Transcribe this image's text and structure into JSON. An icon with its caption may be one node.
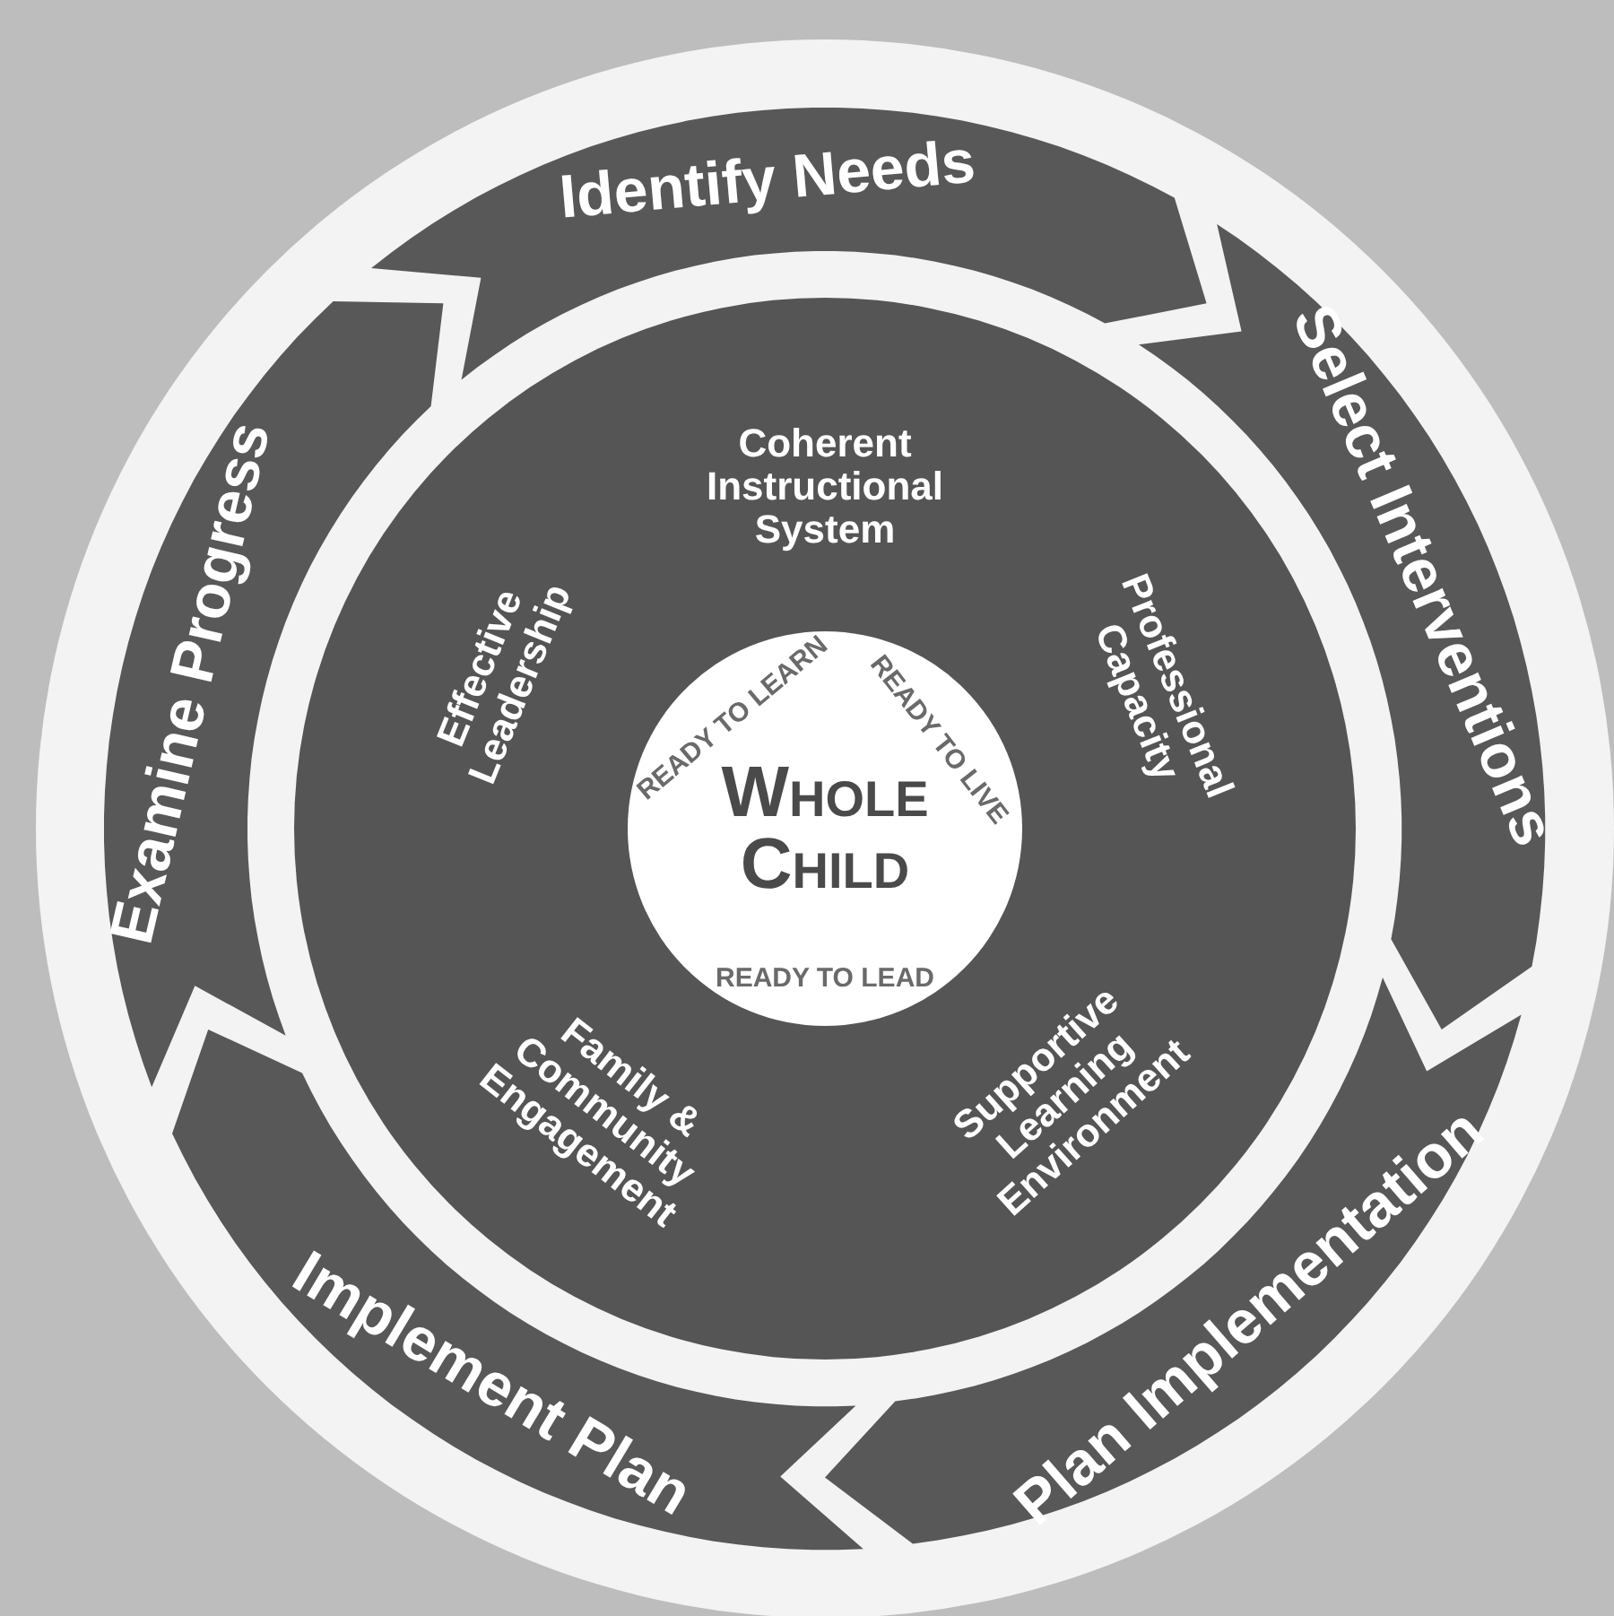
{
  "diagram": {
    "nodes": [
      {
        "text": [
          "Identify Needs"
        ]
      },
      {
        "text": [
          "Select Interventions"
        ]
      },
      {
        "text": [
          "Plan Implementation"
        ]
      },
      {
        "text": [
          "Implement Plan"
        ]
      },
      {
        "text": [
          "Examine Progress"
        ]
      },
      {
        "text": [
          "Coherent Instructional System",
          "Professional Capacity",
          "Supportive Learning Environment",
          "Family & Community Engagement",
          "Effective Leadership"
        ]
      },
      {
        "text": [
          "Whole Child",
          "READY TO LEARN",
          "READY TO LIVE",
          "READY TO LEAD"
        ],
        "in": 5
      }
    ]
  }
}
